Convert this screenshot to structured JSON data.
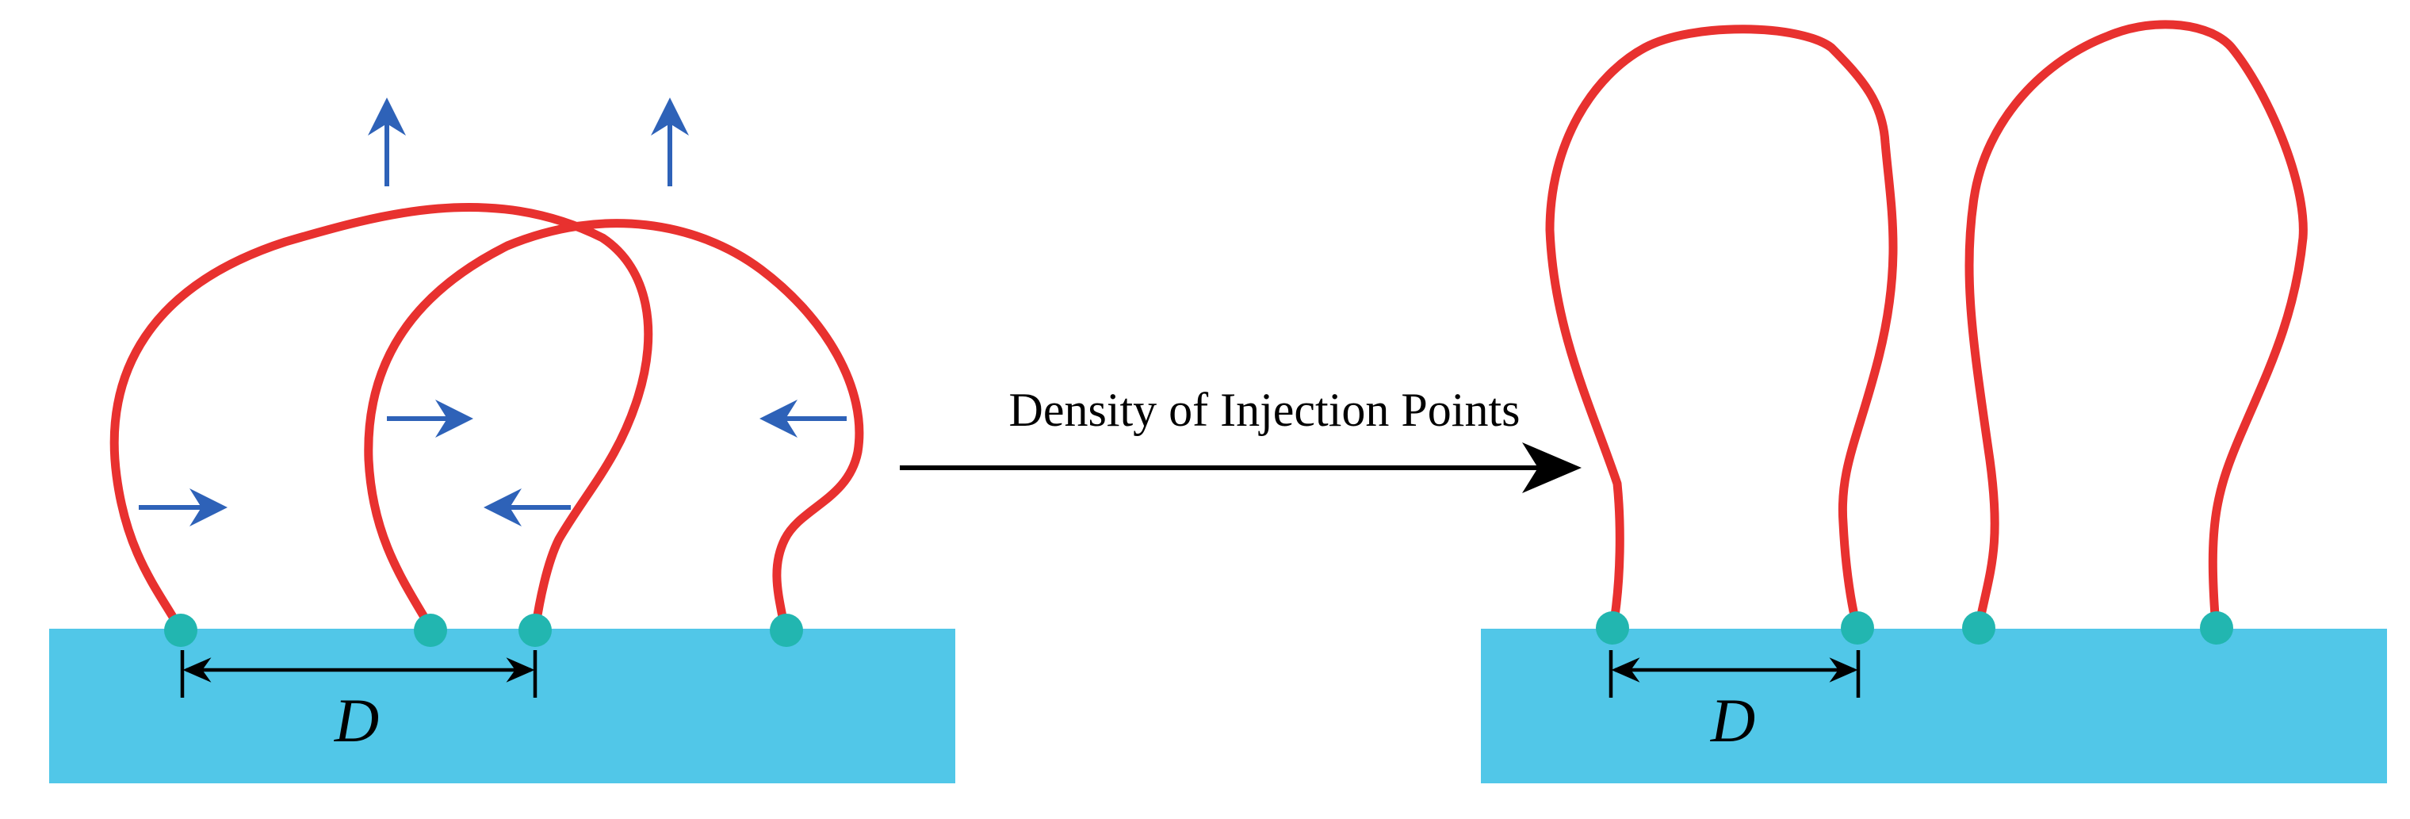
{
  "colors": {
    "substrate": "#51C7E8",
    "loop": "#E8312F",
    "injection_point": "#22B6B0",
    "force_arrow": "#2E62B8",
    "dimension": "#000000",
    "transition_arrow": "#000000"
  },
  "left_panel": {
    "dimension_label": "D"
  },
  "right_panel": {
    "dimension_label": "D"
  },
  "transition": {
    "label": "Density of Injection Points"
  }
}
